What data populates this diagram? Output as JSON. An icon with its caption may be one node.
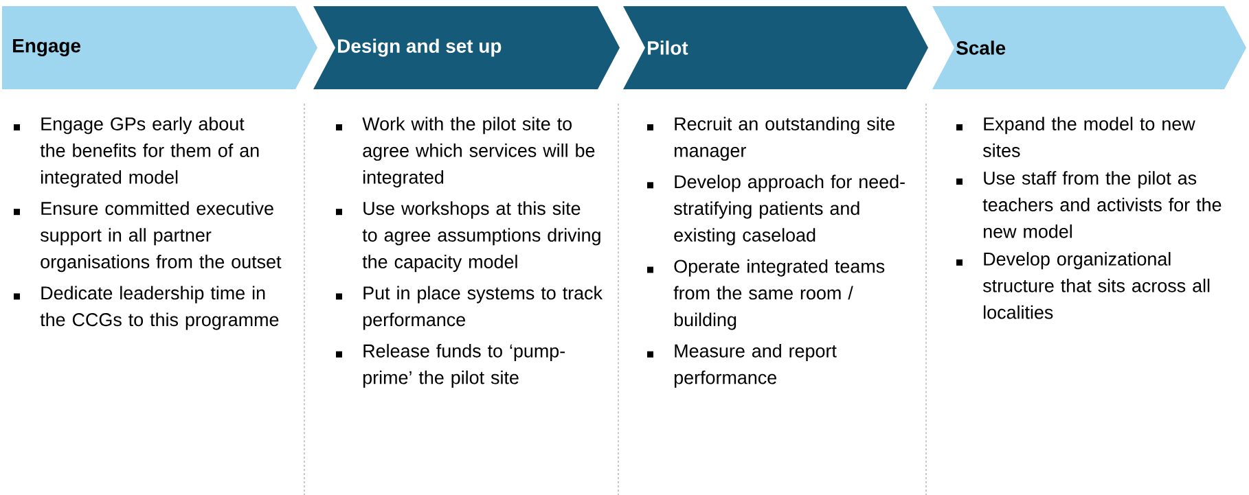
{
  "diagram": {
    "nodes": [
      {
        "text": [
          "Engage"
        ],
        "beside": [
          "Engage GPs early about the benefits for them of an integrated model",
          "Ensure committed executive support in all partner organisations from the outset",
          "Dedicate leadership time in the CCGs to this programme"
        ]
      },
      {
        "text": [
          "Design and set up"
        ],
        "beside": [
          "Work with the pilot site to agree which services will be integrated",
          "Use workshops at this site to agree assumptions driving the capacity model",
          "Put in place systems to track performance",
          "Release funds to ‘pump-prime’ the pilot site"
        ]
      },
      {
        "text": [
          "Pilot"
        ],
        "beside": [
          "Recruit an outstanding site manager",
          "Develop approach for need-stratifying patients and existing caseload",
          "Operate integrated teams from the same room / building",
          "Measure and report performance"
        ]
      },
      {
        "text": [
          "Scale"
        ],
        "beside": [
          "Expand the model to new sites",
          "Use staff from the pilot as teachers and activists for the new model",
          "Develop organizational structure that sits across all localities"
        ]
      }
    ]
  }
}
